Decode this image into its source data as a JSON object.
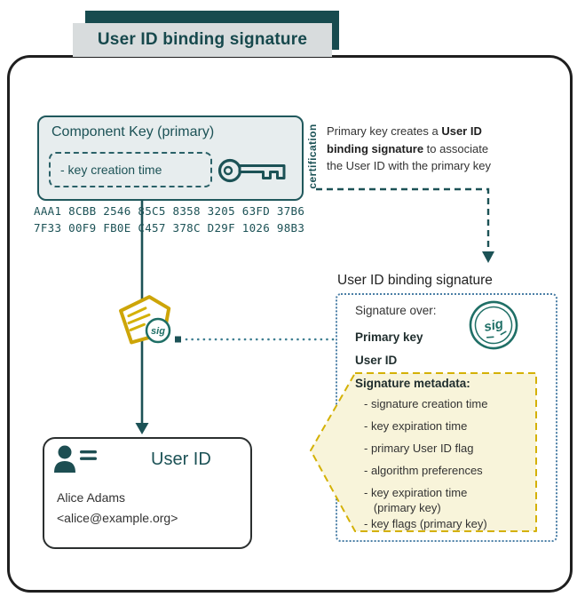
{
  "banner": {
    "title": "User ID binding signature"
  },
  "component_key": {
    "title": "Component Key (primary)",
    "field": "- key creation time"
  },
  "certification_label": "certification",
  "description": {
    "part1": "Primary key creates a ",
    "bold1": "User ID binding signature",
    "part2": " to associate the User ID with the primary key"
  },
  "fingerprint": {
    "line1": "AAA1 8CBB 2546 85C5 8358 3205 63FD 37B6",
    "line2": "7F33 00F9 FB0E C457 378C D29F 1026 98B3"
  },
  "signature_box": {
    "title": "User ID binding signature",
    "signature_over_label": "Signature over:",
    "items_bold": [
      "Primary key",
      "User ID"
    ],
    "metadata_label": "Signature metadata:",
    "metadata_items": [
      "- signature creation time",
      "- key expiration time",
      "- primary User ID flag",
      "- algorithm preferences",
      "- key expiration time\n   (primary key)",
      "- key flags (primary key)"
    ]
  },
  "user_id_box": {
    "title": "User ID",
    "name": "Alice Adams",
    "email": "<alice@example.org>"
  },
  "sig_label": "sig",
  "colors": {
    "teal_dark": "#1c5256",
    "banner_teal": "#174b4f",
    "box_fill": "#e7edee",
    "gold": "#cda508",
    "yellow_fill": "#f8f4da",
    "yellow_border": "#d4b106",
    "dotted_blue": "#4b7fa6"
  }
}
